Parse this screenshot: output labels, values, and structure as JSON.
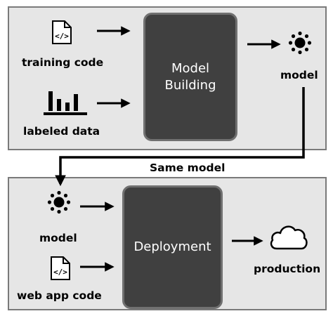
{
  "training_stage": {
    "inputs": [
      "training code",
      "labeled data"
    ],
    "process": "Model\nBuilding",
    "output": "model"
  },
  "link_label": "Same model",
  "deployment_stage": {
    "inputs": [
      "model",
      "web app code"
    ],
    "process": "Deployment",
    "output": "production"
  },
  "icons": [
    "code-file-icon",
    "bar-chart-icon",
    "model-network-icon",
    "cloud-icon"
  ],
  "colors": {
    "panel": "#e6e6e6",
    "panel_border": "#7a7a7a",
    "box": "#404040",
    "box_border": "#707070"
  }
}
